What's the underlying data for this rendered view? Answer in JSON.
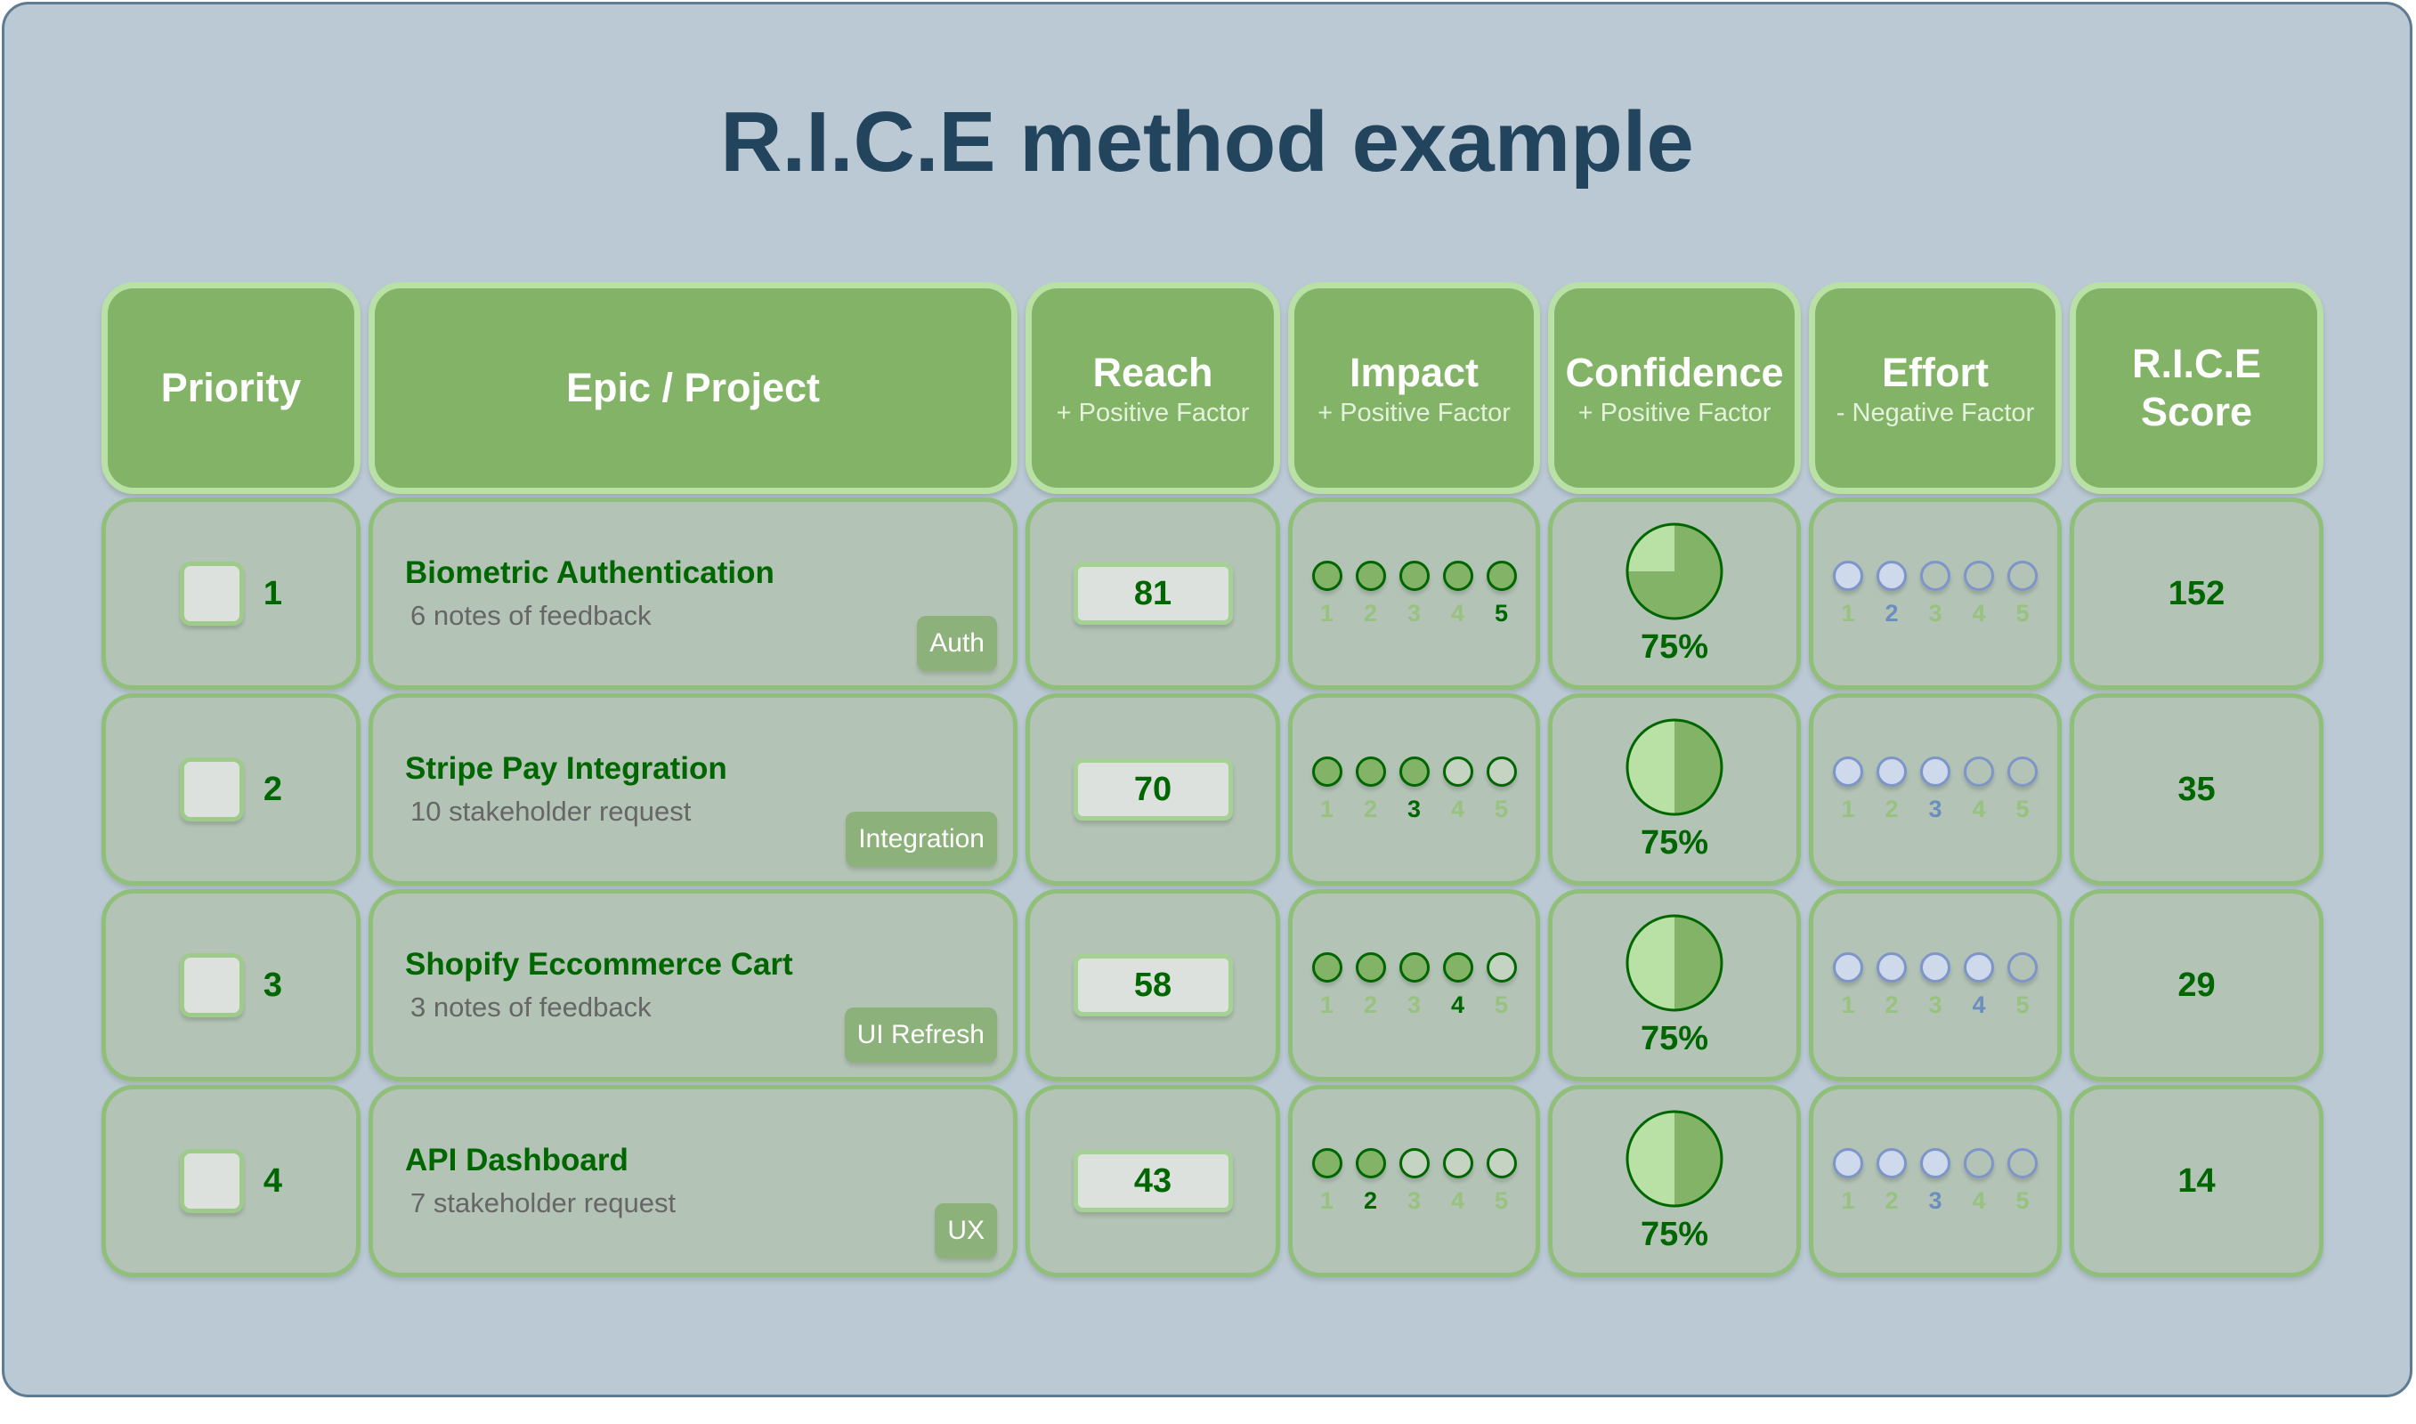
{
  "title": "R.I.C.E method example",
  "colors": {
    "accent": "#82b366",
    "text_green": "#006600",
    "effort_blue": "#6c8ebf",
    "title": "#23445d"
  },
  "headers": [
    {
      "label": "Priority"
    },
    {
      "label": "Epic / Project"
    },
    {
      "label": "Reach",
      "sub": "+ Positive Factor"
    },
    {
      "label": "Impact",
      "sub": "+ Positive Factor"
    },
    {
      "label": "Confidence",
      "sub": "+ Positive Factor"
    },
    {
      "label": "Effort",
      "sub": "- Negative Factor"
    },
    {
      "label": "R.I.C.E",
      "label2": "Score"
    }
  ],
  "rows": [
    {
      "priority": "1",
      "epic": "Biometric Authentication",
      "note": "6 notes of feedback",
      "tag": "Auth",
      "reach": "81",
      "impact": 5,
      "confidence": "75%",
      "pie_fill": 0.75,
      "effort": 2,
      "score": "152"
    },
    {
      "priority": "2",
      "epic": "Stripe Pay Integration",
      "note": "10 stakeholder request",
      "tag": "Integration",
      "reach": "70",
      "impact": 3,
      "confidence": "75%",
      "pie_fill": 0.5,
      "effort": 3,
      "score": "35"
    },
    {
      "priority": "3",
      "epic": "Shopify Eccommerce Cart",
      "note": "3 notes of feedback",
      "tag": "UI Refresh",
      "reach": "58",
      "impact": 4,
      "confidence": "75%",
      "pie_fill": 0.5,
      "effort": 4,
      "score": "29"
    },
    {
      "priority": "4",
      "epic": "API Dashboard",
      "note": "7 stakeholder request",
      "tag": "UX",
      "reach": "43",
      "impact": 2,
      "confidence": "75%",
      "pie_fill": 0.5,
      "effort": 3,
      "score": "14"
    }
  ],
  "scale_labels": [
    "1",
    "2",
    "3",
    "4",
    "5"
  ]
}
